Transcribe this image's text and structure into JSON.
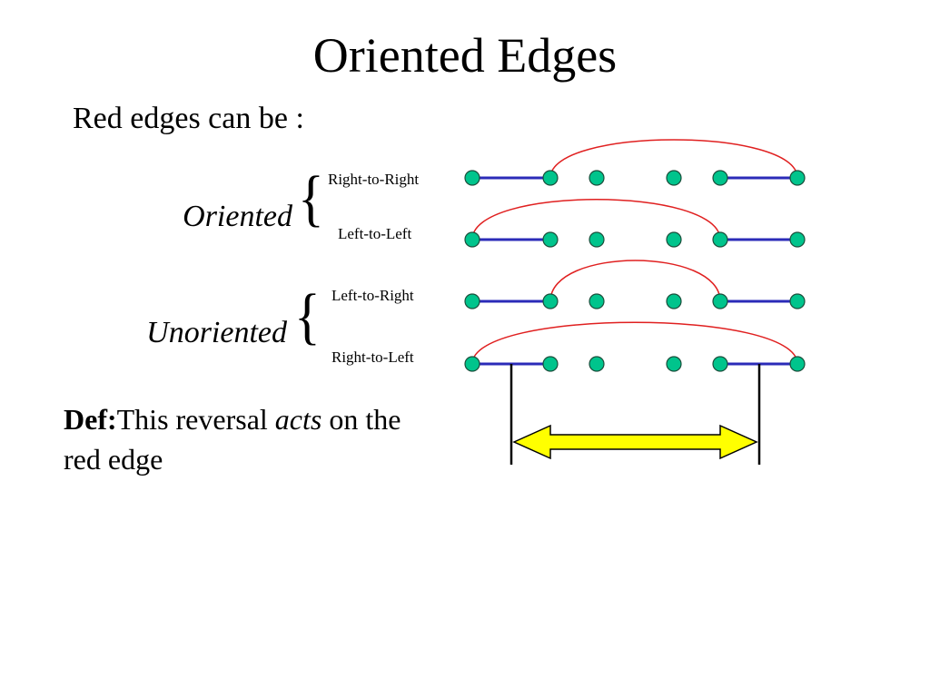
{
  "slide": {
    "title": "Oriented Edges",
    "intro": "Red edges can be :"
  },
  "groups": {
    "oriented": {
      "label": "Oriented",
      "items": [
        "Right-to-Right",
        "Left-to-Left"
      ]
    },
    "unoriented": {
      "label": "Unoriented",
      "items": [
        "Left-to-Right",
        "Right-to-Left"
      ]
    }
  },
  "definition": {
    "term": "Def:",
    "text_before": "This reversal ",
    "emphasis": "acts",
    "text_after": " on the red edge"
  },
  "colors": {
    "node_fill": "#00c48c",
    "node_stroke": "#1a4d3a",
    "blue_edge": "#2b2bb8",
    "red_edge": "#e02020",
    "arrow_fill": "#ffff00",
    "arrow_stroke": "#000000"
  },
  "diagram_rows": [
    {
      "row": "Right-to-Right",
      "red_edge_connects": "node 2 to node 6",
      "blue_edges": [
        "node 1 - node 2",
        "node 5 - node 6"
      ]
    },
    {
      "row": "Left-to-Left",
      "red_edge_connects": "node 1 to node 5",
      "blue_edges": [
        "node 1 - node 2",
        "node 5 - node 6"
      ]
    },
    {
      "row": "Left-to-Right",
      "red_edge_connects": "node 2 to node 5",
      "blue_edges": [
        "node 1 - node 2",
        "node 5 - node 6"
      ]
    },
    {
      "row": "Right-to-Left",
      "red_edge_connects": "node 1 to node 6",
      "blue_edges": [
        "node 1 - node 2",
        "node 5 - node 6"
      ]
    }
  ]
}
